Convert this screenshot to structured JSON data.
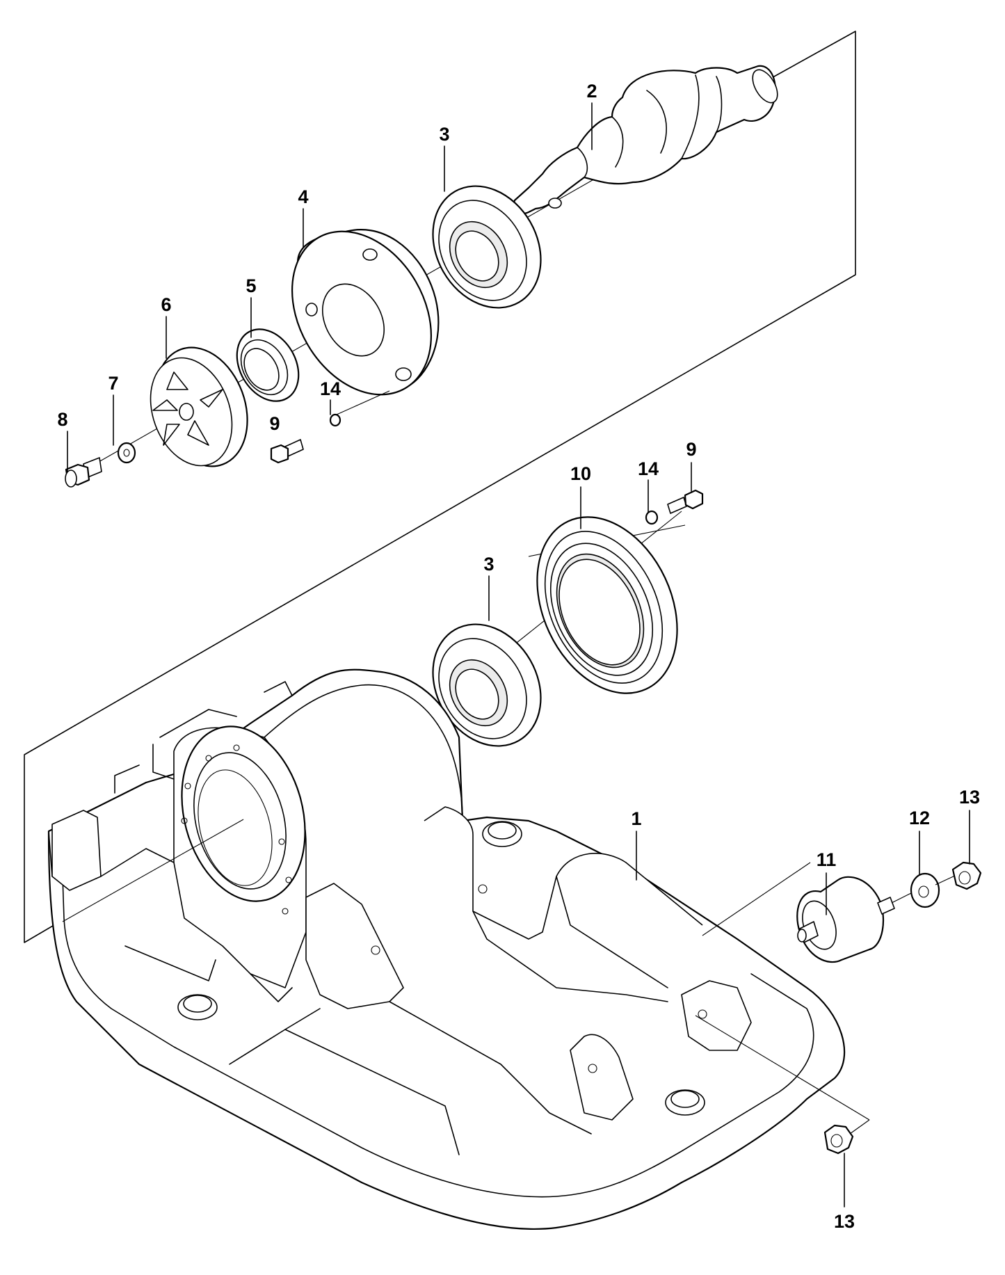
{
  "diagram": {
    "callouts": [
      {
        "id": "c1",
        "label": "1"
      },
      {
        "id": "c2",
        "label": "2"
      },
      {
        "id": "c3a",
        "label": "3"
      },
      {
        "id": "c3b",
        "label": "3"
      },
      {
        "id": "c4",
        "label": "4"
      },
      {
        "id": "c5",
        "label": "5"
      },
      {
        "id": "c6",
        "label": "6"
      },
      {
        "id": "c7",
        "label": "7"
      },
      {
        "id": "c8",
        "label": "8"
      },
      {
        "id": "c9a",
        "label": "9"
      },
      {
        "id": "c9b",
        "label": "9"
      },
      {
        "id": "c10",
        "label": "10"
      },
      {
        "id": "c11",
        "label": "11"
      },
      {
        "id": "c12",
        "label": "12"
      },
      {
        "id": "c13a",
        "label": "13"
      },
      {
        "id": "c13b",
        "label": "13"
      },
      {
        "id": "c14a",
        "label": "14"
      },
      {
        "id": "c14b",
        "label": "14"
      }
    ]
  }
}
